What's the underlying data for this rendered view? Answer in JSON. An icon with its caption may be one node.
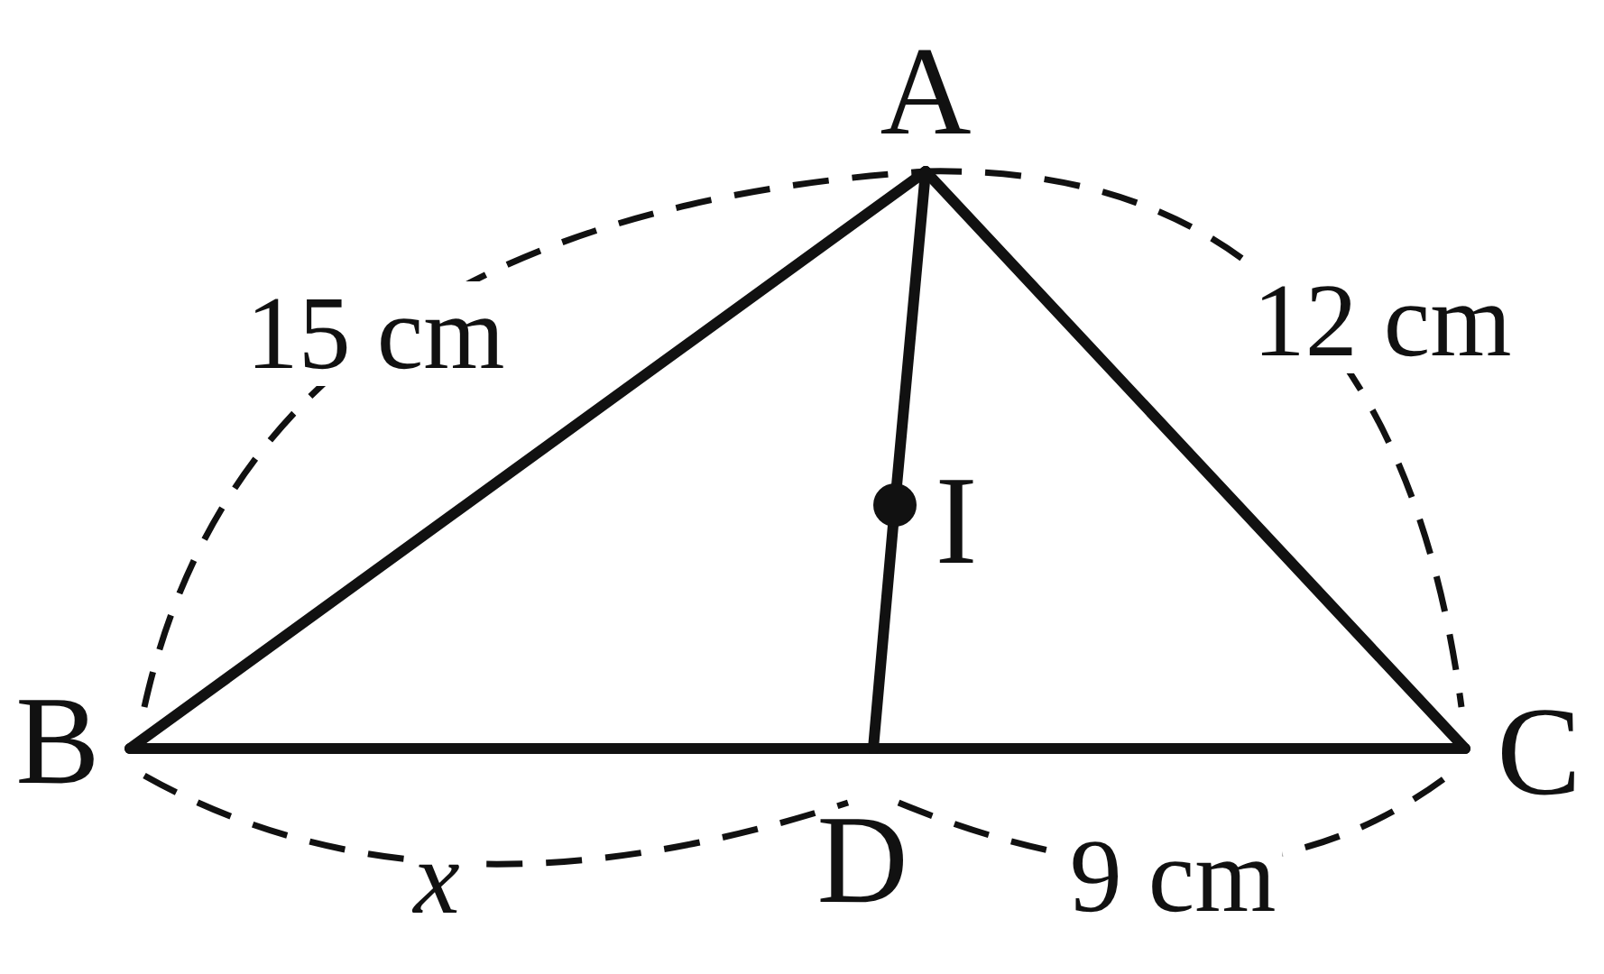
{
  "diagram": {
    "nodes": [
      {
        "text": [
          "A"
        ]
      },
      {
        "text": [
          "B"
        ]
      },
      {
        "text": [
          "C"
        ]
      },
      {
        "text": [
          "D"
        ]
      },
      {
        "text": [
          "I"
        ]
      }
    ],
    "edges": [
      {
        "from": 0,
        "to": 1,
        "arrow": "none"
      },
      {
        "from": 0,
        "to": 2,
        "arrow": "none"
      },
      {
        "from": 1,
        "to": 3,
        "arrow": "none"
      },
      {
        "from": 3,
        "to": 2,
        "arrow": "none"
      },
      {
        "from": 0,
        "to": 4,
        "arrow": "none"
      },
      {
        "from": 4,
        "to": 3,
        "arrow": "none"
      }
    ],
    "labels": [
      "15 cm",
      "12 cm",
      "x",
      "9 cm"
    ]
  }
}
